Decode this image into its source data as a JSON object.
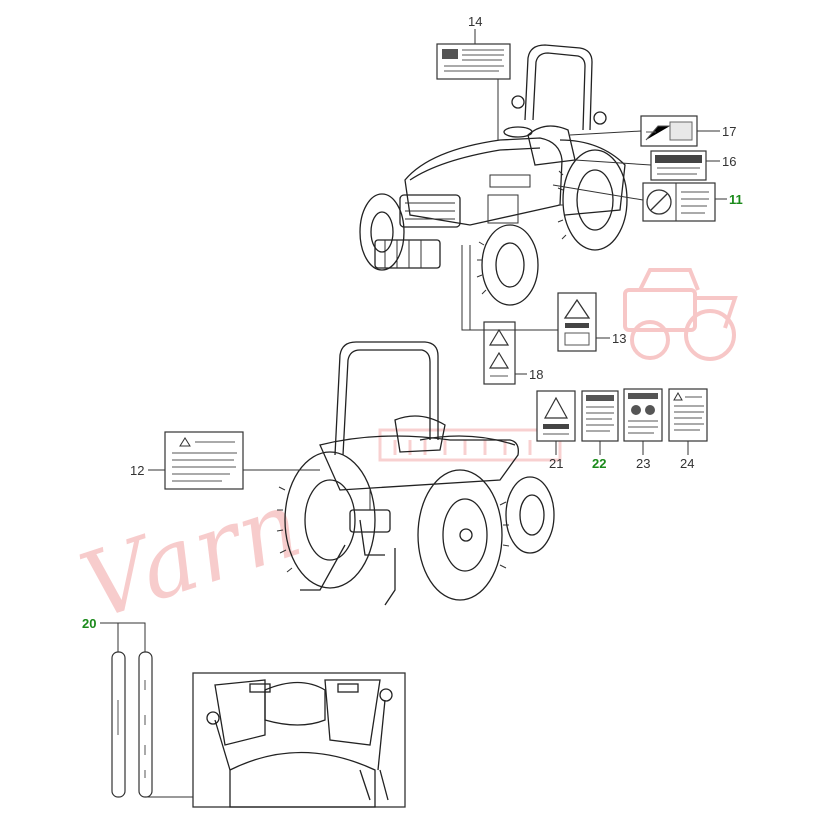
{
  "diagram": {
    "callouts": [
      {
        "id": "c14",
        "text": "14",
        "highlight": false
      },
      {
        "id": "c17",
        "text": "17",
        "highlight": false
      },
      {
        "id": "c16",
        "text": "16",
        "highlight": false
      },
      {
        "id": "c11",
        "text": "11",
        "highlight": true
      },
      {
        "id": "c13",
        "text": "13",
        "highlight": false
      },
      {
        "id": "c18",
        "text": "18",
        "highlight": false
      },
      {
        "id": "c12",
        "text": "12",
        "highlight": false
      },
      {
        "id": "c21",
        "text": "21",
        "highlight": false
      },
      {
        "id": "c22",
        "text": "22",
        "highlight": true
      },
      {
        "id": "c23",
        "text": "23",
        "highlight": false
      },
      {
        "id": "c24",
        "text": "24",
        "highlight": false
      },
      {
        "id": "c20",
        "text": "20",
        "highlight": true
      }
    ],
    "highlight_color": "#1a8a1a",
    "line_color": "#333333"
  },
  "watermark": {
    "text": "Varn",
    "color": "#f2a3a3"
  }
}
